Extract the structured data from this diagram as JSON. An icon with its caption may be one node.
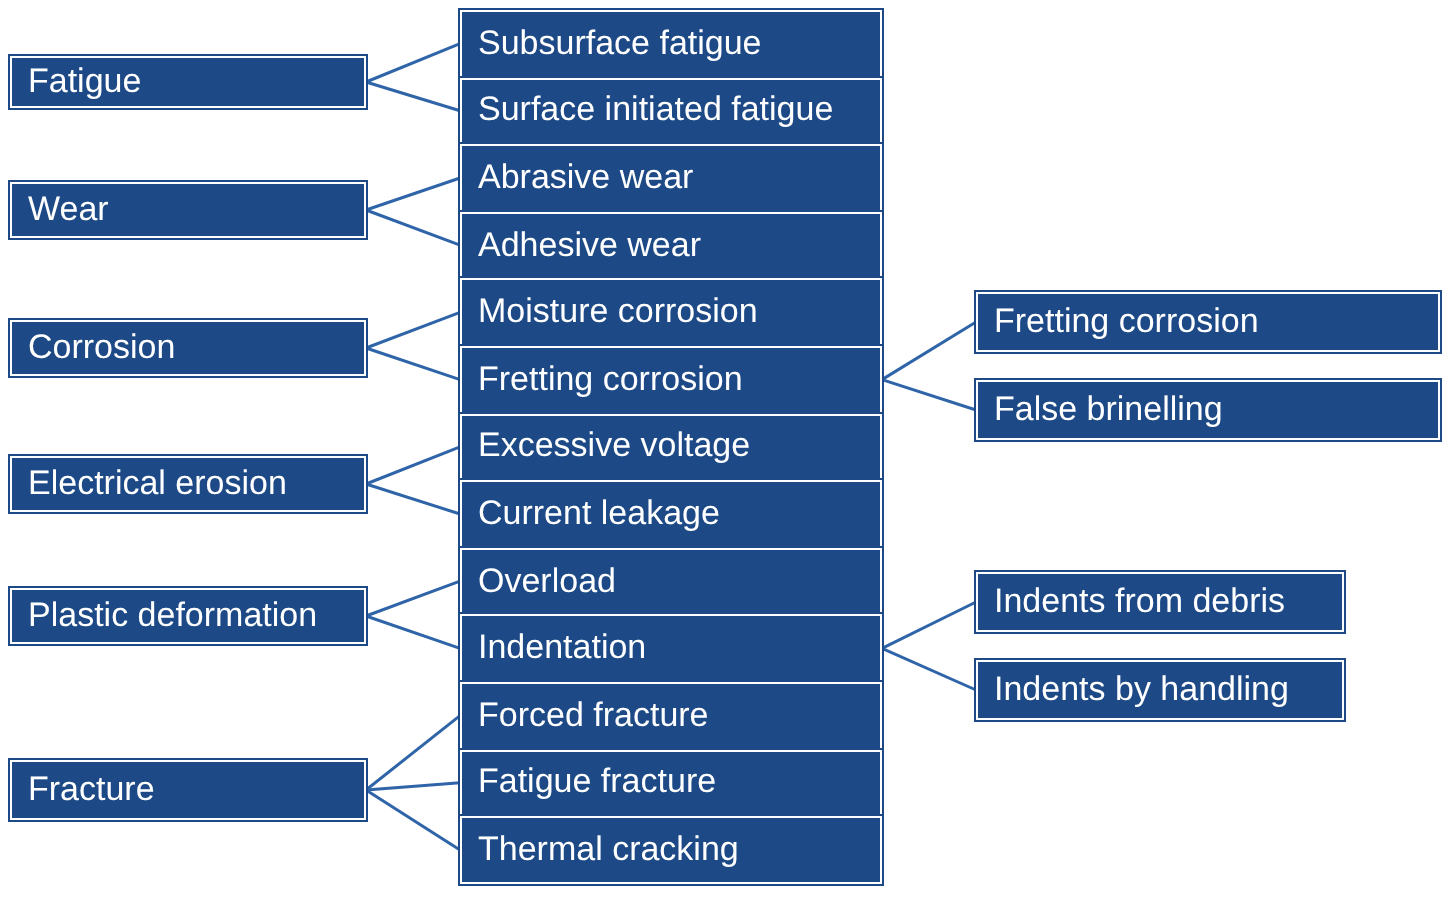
{
  "diagram": {
    "nodes": [
      {
        "text": [
          "Fatigue"
        ]
      },
      {
        "text": [
          "Wear"
        ]
      },
      {
        "text": [
          "Corrosion"
        ]
      },
      {
        "text": [
          "Electrical erosion"
        ]
      },
      {
        "text": [
          "Plastic deformation"
        ]
      },
      {
        "text": [
          "Fracture"
        ]
      },
      {
        "text": [
          "Subsurface fatigue"
        ]
      },
      {
        "text": [
          "Surface initiated fatigue"
        ]
      },
      {
        "text": [
          "Abrasive wear"
        ]
      },
      {
        "text": [
          "Adhesive wear"
        ]
      },
      {
        "text": [
          "Moisture corrosion"
        ]
      },
      {
        "text": [
          "Fretting corrosion"
        ]
      },
      {
        "text": [
          "Excessive voltage"
        ]
      },
      {
        "text": [
          "Current leakage"
        ]
      },
      {
        "text": [
          "Overload"
        ]
      },
      {
        "text": [
          "Indentation"
        ]
      },
      {
        "text": [
          "Forced fracture"
        ]
      },
      {
        "text": [
          "Fatigue fracture"
        ]
      },
      {
        "text": [
          "Thermal cracking"
        ]
      },
      {
        "text": [
          "Fretting corrosion"
        ]
      },
      {
        "text": [
          "False brinelling"
        ]
      },
      {
        "text": [
          "Indents from debris"
        ]
      },
      {
        "text": [
          "Indents by handling"
        ]
      }
    ],
    "edges": [
      {
        "from": 0,
        "to": 6,
        "arrow": "none"
      },
      {
        "from": 0,
        "to": 7,
        "arrow": "none"
      },
      {
        "from": 1,
        "to": 8,
        "arrow": "none"
      },
      {
        "from": 1,
        "to": 9,
        "arrow": "none"
      },
      {
        "from": 2,
        "to": 10,
        "arrow": "none"
      },
      {
        "from": 2,
        "to": 11,
        "arrow": "none"
      },
      {
        "from": 3,
        "to": 12,
        "arrow": "none"
      },
      {
        "from": 3,
        "to": 13,
        "arrow": "none"
      },
      {
        "from": 4,
        "to": 14,
        "arrow": "none"
      },
      {
        "from": 4,
        "to": 15,
        "arrow": "none"
      },
      {
        "from": 5,
        "to": 16,
        "arrow": "none"
      },
      {
        "from": 5,
        "to": 17,
        "arrow": "none"
      },
      {
        "from": 5,
        "to": 18,
        "arrow": "none"
      },
      {
        "from": 11,
        "to": 19,
        "arrow": "none"
      },
      {
        "from": 11,
        "to": 20,
        "arrow": "none"
      },
      {
        "from": 15,
        "to": 21,
        "arrow": "none"
      },
      {
        "from": 15,
        "to": 22,
        "arrow": "none"
      }
    ]
  }
}
